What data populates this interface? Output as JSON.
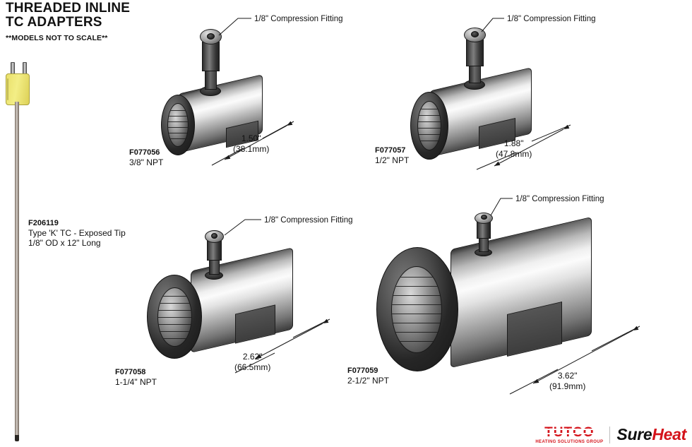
{
  "header": {
    "title_line1": "THREADED INLINE",
    "title_line2": "TC ADAPTERS",
    "subtitle": "**MODELS NOT TO SCALE**"
  },
  "thermocouple": {
    "part_number": "F206119",
    "description_line1": "Type 'K' TC - Exposed Tip",
    "description_line2": "1/8\" OD x 12\" Long",
    "connector_color": "#eee478"
  },
  "callout_label": "1/8\" Compression Fitting",
  "adapters": [
    {
      "part_number": "F077056",
      "thread_size": "3/8\" NPT",
      "callout": "1/8\" Compression Fitting",
      "dim_inches": "1.50\"",
      "dim_mm": "(38.1mm)"
    },
    {
      "part_number": "F077057",
      "thread_size": "1/2\" NPT",
      "callout": "1/8\" Compression Fitting",
      "dim_inches": "1.88\"",
      "dim_mm": "(47.8mm)"
    },
    {
      "part_number": "F077058",
      "thread_size": "1-1/4\" NPT",
      "callout": "1/8\" Compression Fitting",
      "dim_inches": "2.62\"",
      "dim_mm": "(66.5mm)"
    },
    {
      "part_number": "F077059",
      "thread_size": "2-1/2\" NPT",
      "callout": "1/8\" Compression Fitting",
      "dim_inches": "3.62\"",
      "dim_mm": "(91.9mm)"
    }
  ],
  "logo": {
    "brand": "TUTCO",
    "brand_tagline": "HEATING SOLUTIONS GROUP",
    "product_line_a": "Sure",
    "product_line_b": "Heat",
    "brand_color": "#d4121a"
  }
}
